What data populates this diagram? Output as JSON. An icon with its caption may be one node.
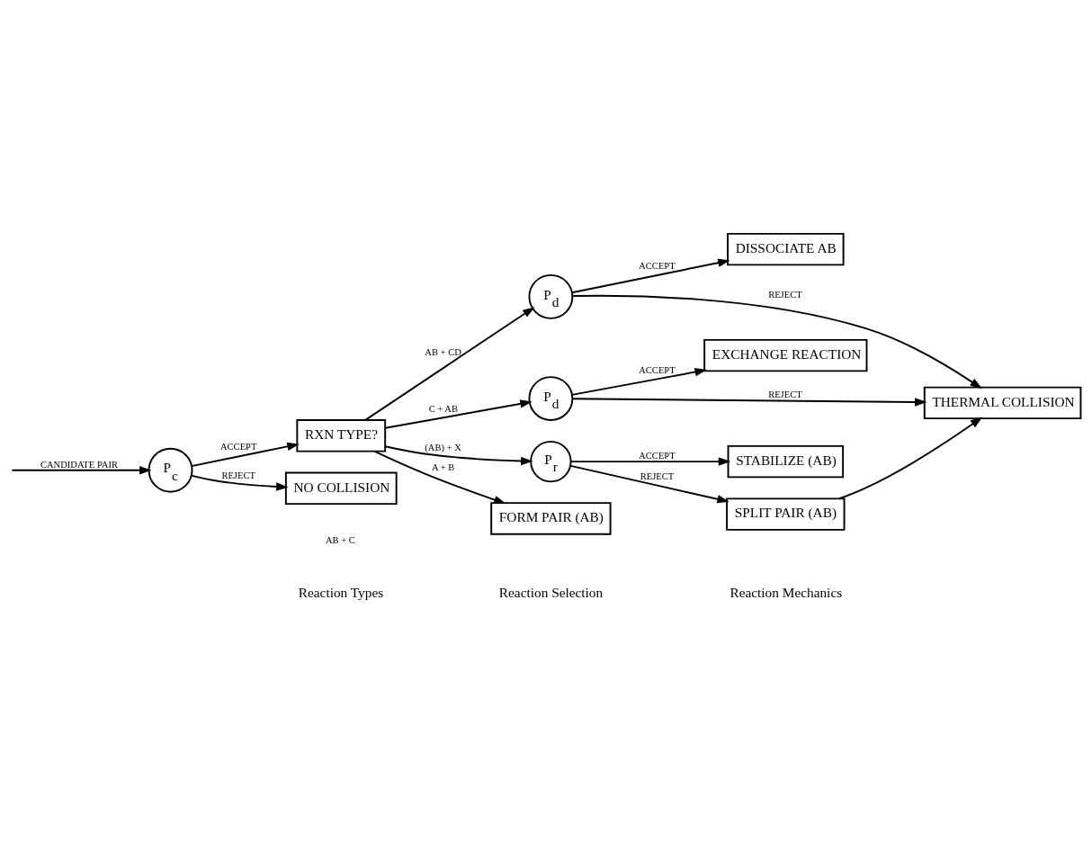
{
  "diagram": {
    "nodes": [
      {
        "text": [
          "P$_{c}$"
        ]
      },
      {
        "text": [
          "RXN TYPE?"
        ]
      },
      {
        "text": [
          "P$_{d}$"
        ]
      },
      {
        "text": [
          "P$_{d}$"
        ]
      },
      {
        "text": [
          "P$_{r}$"
        ]
      },
      {
        "text": [
          "DISSOCIATE AB"
        ]
      },
      {
        "text": [
          "EXCHANGE REACTION"
        ]
      },
      {
        "text": [
          "STABILIZE (AB)"
        ]
      },
      {
        "text": [
          "SPLIT PAIR (AB)"
        ]
      },
      {
        "text": [
          "FORM PAIR (AB)"
        ]
      },
      {
        "text": [
          "THERMAL COLLISION"
        ]
      },
      {
        "text": [
          "NO COLLISION"
        ]
      }
    ],
    "edges": [
      {
        "from": null,
        "to": 0,
        "arrow": "to",
        "label": "CANDIDATE PAIR"
      },
      {
        "from": 0,
        "to": 1,
        "arrow": "to",
        "label": "ACCEPT"
      },
      {
        "from": 1,
        "to": 2,
        "arrow": "to",
        "label": "AB + CD"
      },
      {
        "from": 1,
        "to": 3,
        "arrow": "to",
        "label": "C + AB"
      },
      {
        "from": 1,
        "to": 4,
        "arrow": "to",
        "label": "(AB) + X"
      },
      {
        "from": 1,
        "to": 9,
        "arrow": "to",
        "label": "A + B"
      },
      {
        "from": 0,
        "to": 11,
        "arrow": "to",
        "label": "REJECT"
      },
      {
        "from": 2,
        "to": 5,
        "arrow": "to",
        "label": "ACCEPT"
      },
      {
        "from": 2,
        "to": 10,
        "arrow": "to",
        "label": "REJECT"
      },
      {
        "from": 3,
        "to": 6,
        "arrow": "to",
        "label": "ACCEPT"
      },
      {
        "from": 3,
        "to": 10,
        "arrow": "to",
        "label": "REJECT"
      },
      {
        "from": 4,
        "to": 7,
        "arrow": "to",
        "label": "ACCEPT"
      },
      {
        "from": 4,
        "to": 8,
        "arrow": "to",
        "label": "REJECT"
      },
      {
        "from": 8,
        "to": 10,
        "arrow": "to"
      }
    ],
    "labels": [
      "Reaction Types",
      "Reaction Selection",
      "Reaction Mechanics",
      "AB + C"
    ]
  }
}
